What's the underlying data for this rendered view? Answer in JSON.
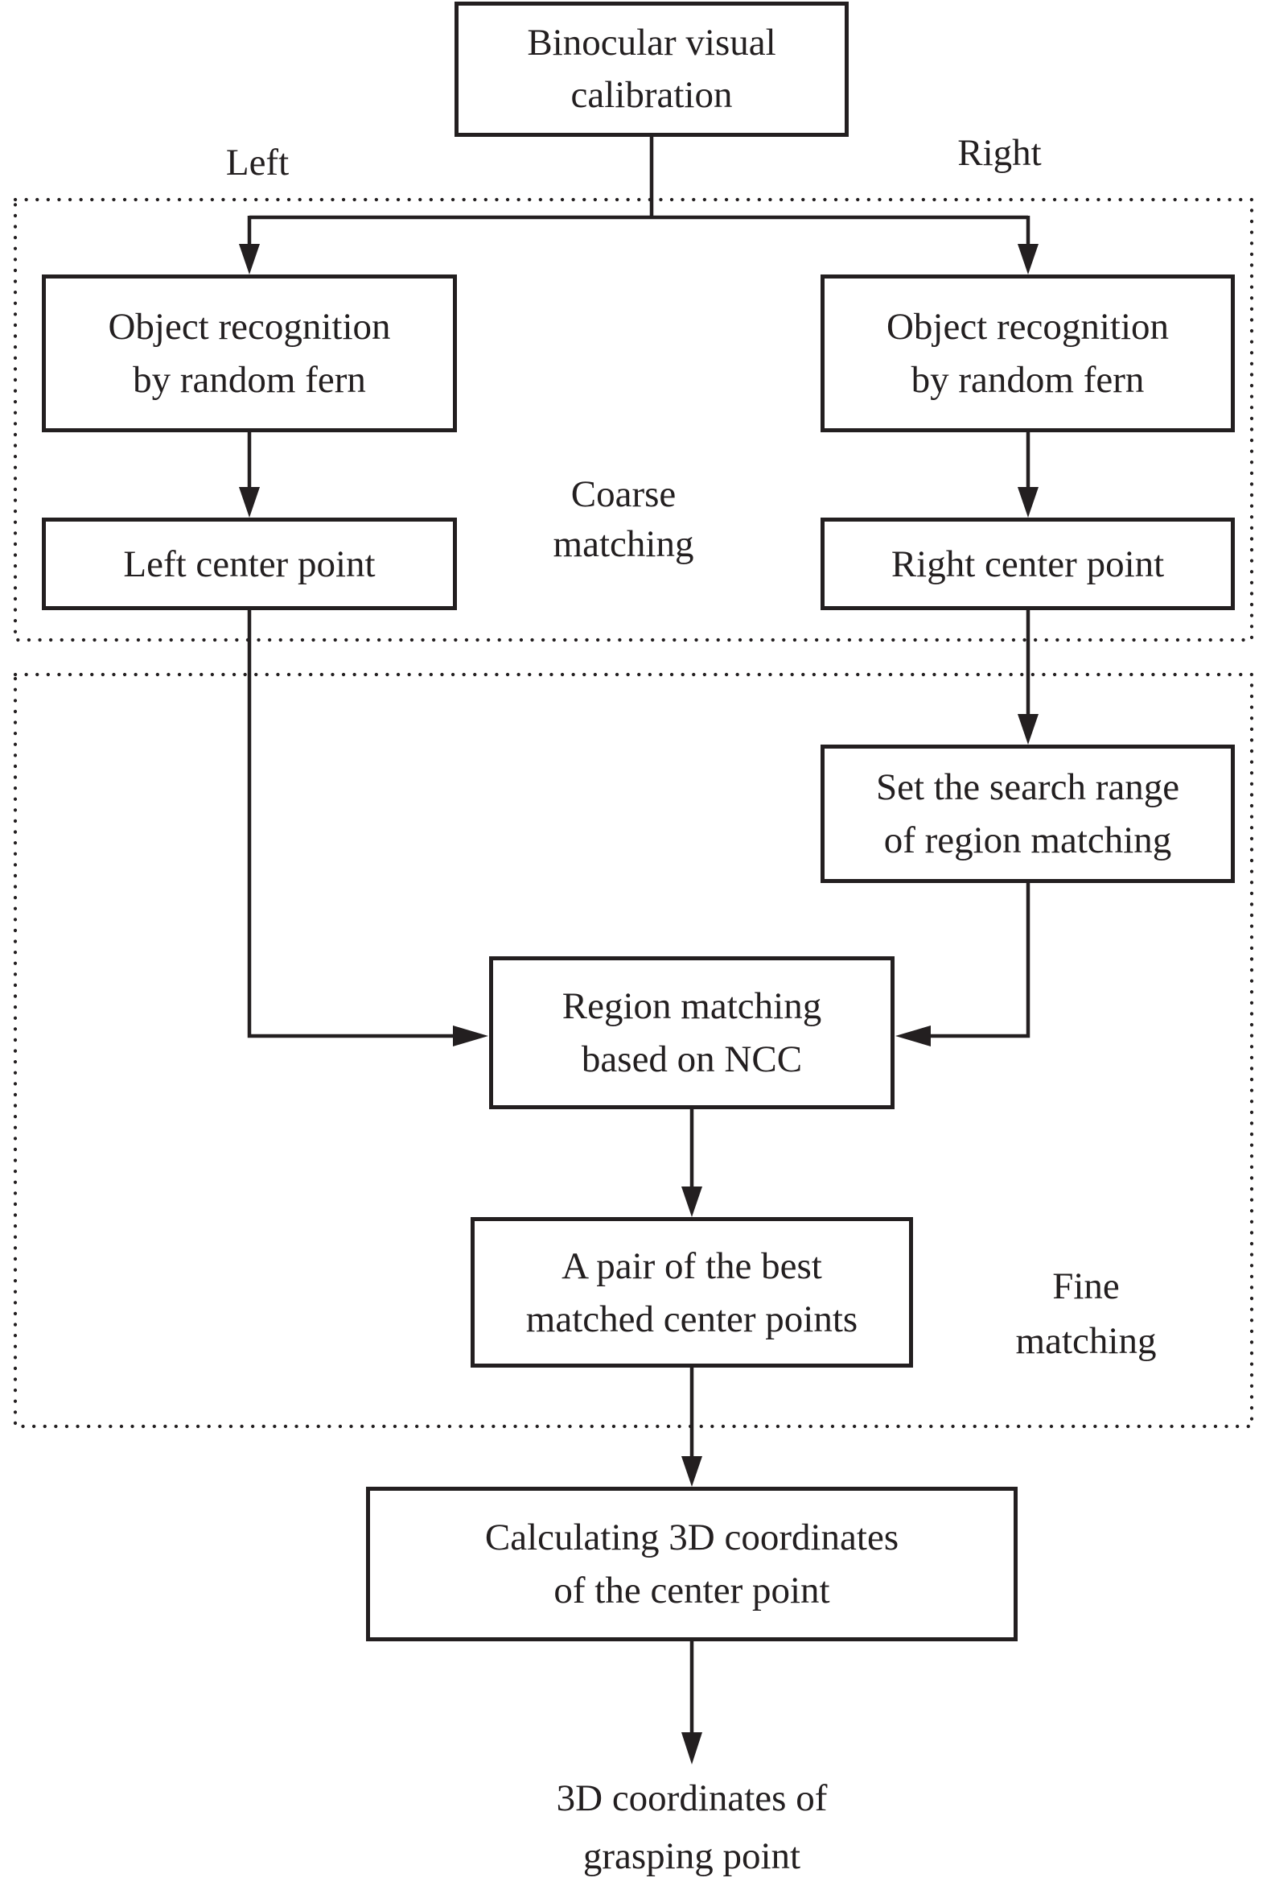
{
  "diagram": {
    "colors": {
      "line": "#231f20",
      "background": "#ffffff"
    },
    "column_labels": {
      "left": "Left",
      "right": "Right"
    },
    "region_labels": {
      "coarse": {
        "line1": "Coarse",
        "line2": "matching"
      },
      "fine": {
        "line1": "Fine",
        "line2": "matching"
      }
    },
    "boxes": {
      "calibration": {
        "line1": "Binocular visual",
        "line2": "calibration"
      },
      "object_recognition_left": {
        "line1": "Object recognition",
        "line2": "by random fern"
      },
      "object_recognition_right": {
        "line1": "Object recognition",
        "line2": "by random fern"
      },
      "left_center_point": {
        "line1": "Left center point"
      },
      "right_center_point": {
        "line1": "Right center point"
      },
      "search_range": {
        "line1": "Set the search range",
        "line2": "of region matching"
      },
      "region_matching_ncc": {
        "line1": "Region matching",
        "line2": "based on NCC"
      },
      "best_matched_pair": {
        "line1": "A pair of the best",
        "line2": "matched center points"
      },
      "calc_3d_coordinates": {
        "line1": "Calculating 3D coordinates",
        "line2": "of the center point"
      },
      "output": {
        "line1": "3D coordinates of",
        "line2": "grasping point"
      }
    }
  }
}
